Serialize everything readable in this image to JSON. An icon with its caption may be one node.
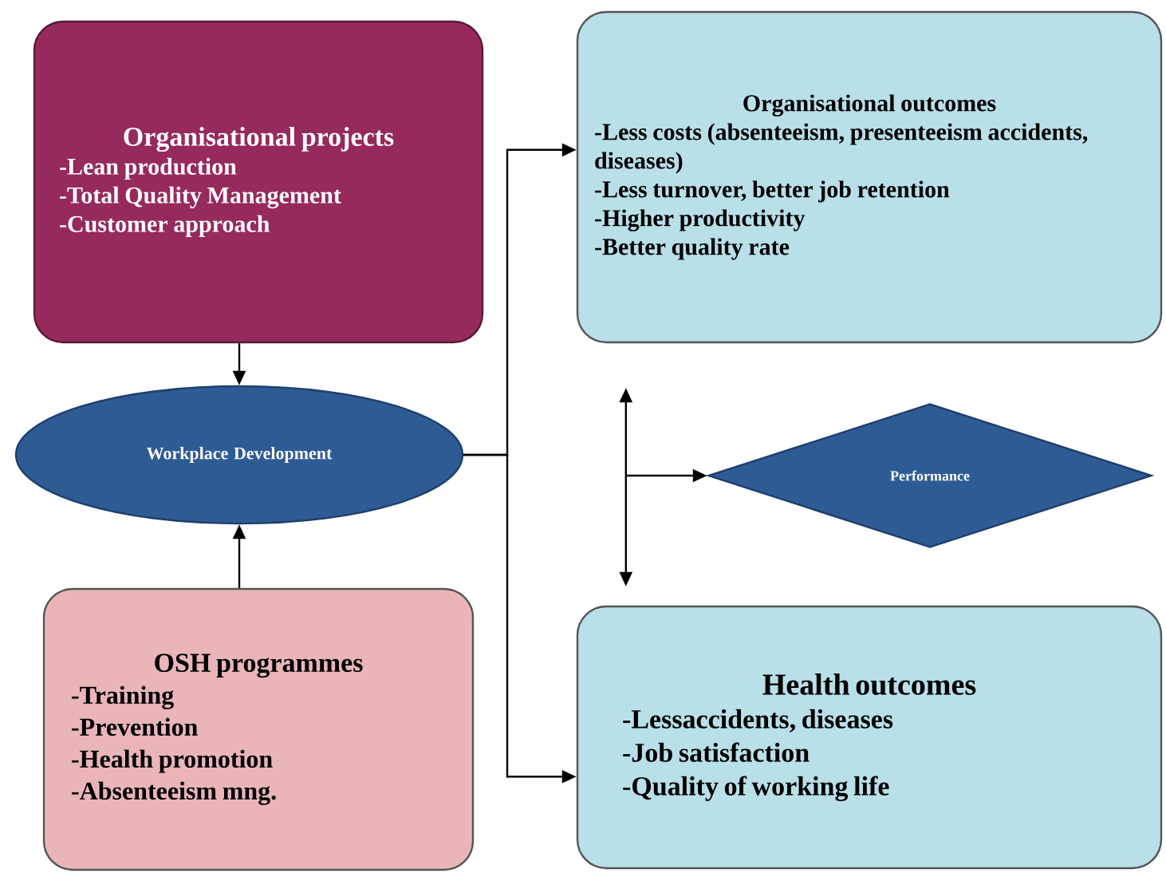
{
  "diagram": {
    "nodes": [
      {
        "text": [
          "Organisational projects",
          "-Lean production",
          "-Total Quality Management",
          "-Customer approach"
        ]
      },
      {
        "text": [
          "Workplace Development"
        ]
      },
      {
        "text": [
          "OSH programmes",
          "-Training",
          "-Prevention",
          "-Health promotion",
          "-Absenteeism mng."
        ]
      },
      {
        "text": [
          "Organisational outcomes",
          "-Less costs (absenteeism, presenteeism accidents, diseases)",
          "-Less turnover, better job retention",
          "-Higher productivity",
          "-Better quality rate"
        ]
      },
      {
        "text": [
          "Performance"
        ]
      },
      {
        "text": [
          "Health outcomes",
          "-Lessaccidents, diseases",
          "-Job satisfaction",
          "-Quality of  working life"
        ]
      }
    ],
    "edges": [
      {
        "from": 0,
        "to": 1,
        "arrow": "to"
      },
      {
        "from": 2,
        "to": 1,
        "arrow": "to"
      },
      {
        "from": 1,
        "to": 3,
        "arrow": "to"
      },
      {
        "from": 1,
        "to": 5,
        "arrow": "to"
      },
      {
        "from": 3,
        "to": 5,
        "arrow": "both"
      },
      {
        "from": null,
        "to": 4,
        "arrow": "to"
      }
    ]
  }
}
